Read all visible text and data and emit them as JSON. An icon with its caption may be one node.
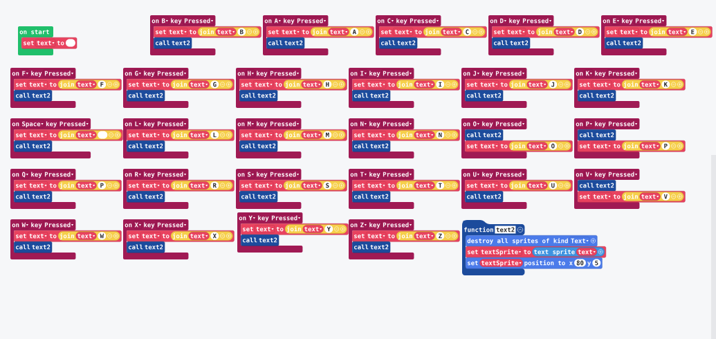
{
  "diagram": {
    "nodes": [
      {
        "text": [
          "on start"
        ]
      },
      {
        "text": [
          "set",
          "text",
          "to"
        ]
      },
      {
        "text": [],
        "shape": "box",
        "in": 1
      },
      {
        "text": [
          "on",
          "B",
          "key",
          "Pressed"
        ]
      },
      {
        "text": [
          "set",
          "text",
          "to"
        ]
      },
      {
        "text": [
          "join"
        ],
        "in": 4
      },
      {
        "text": [
          "text"
        ],
        "in": 5
      },
      {
        "text": [
          "B"
        ],
        "in": 5
      },
      {
        "text": [
          "call",
          "text2"
        ],
        "in": 3
      },
      {
        "text": [
          "on",
          "A",
          "key",
          "Pressed"
        ]
      },
      {
        "text": [
          "set",
          "text",
          "to"
        ]
      },
      {
        "text": [
          "join"
        ],
        "in": 10
      },
      {
        "text": [
          "text"
        ],
        "in": 11
      },
      {
        "text": [
          "A"
        ],
        "in": 11
      },
      {
        "text": [
          "call",
          "text2"
        ],
        "in": 9
      },
      {
        "text": [
          "on",
          "C",
          "key",
          "Pressed"
        ]
      },
      {
        "text": [
          "set",
          "text",
          "to"
        ]
      },
      {
        "text": [
          "join"
        ],
        "in": 16
      },
      {
        "text": [
          "text"
        ],
        "in": 17
      },
      {
        "text": [
          "C"
        ],
        "in": 17
      },
      {
        "text": [
          "call",
          "text2"
        ],
        "in": 15
      },
      {
        "text": [
          "on",
          "D",
          "key",
          "Pressed"
        ]
      },
      {
        "text": [
          "set",
          "text",
          "to"
        ]
      },
      {
        "text": [
          "join"
        ],
        "in": 22
      },
      {
        "text": [
          "text"
        ],
        "in": 23
      },
      {
        "text": [
          "D"
        ],
        "in": 23
      },
      {
        "text": [
          "call",
          "text2"
        ],
        "in": 21
      },
      {
        "text": [
          "on",
          "E",
          "key",
          "Pressed"
        ]
      },
      {
        "text": [
          "set",
          "text",
          "to"
        ]
      },
      {
        "text": [
          "join"
        ],
        "in": 28
      },
      {
        "text": [
          "text"
        ],
        "in": 29
      },
      {
        "text": [
          "E"
        ],
        "in": 29
      },
      {
        "text": [
          "call",
          "text2"
        ],
        "in": 27
      },
      {
        "text": [
          "on",
          "F",
          "key",
          "Pressed"
        ]
      },
      {
        "text": [
          "set",
          "text",
          "to"
        ]
      },
      {
        "text": [
          "join"
        ],
        "in": 34
      },
      {
        "text": [
          "text"
        ],
        "in": 35
      },
      {
        "text": [
          "F"
        ],
        "in": 35
      },
      {
        "text": [
          "call",
          "text2"
        ],
        "in": 33
      },
      {
        "text": [
          "on",
          "G",
          "key",
          "Pressed"
        ]
      },
      {
        "text": [
          "set",
          "text",
          "to"
        ]
      },
      {
        "text": [
          "join"
        ],
        "in": 40
      },
      {
        "text": [
          "text"
        ],
        "in": 41
      },
      {
        "text": [
          "G"
        ],
        "in": 41
      },
      {
        "text": [
          "call",
          "text2"
        ],
        "in": 39
      },
      {
        "text": [
          "on",
          "H",
          "key",
          "Pressed"
        ]
      },
      {
        "text": [
          "set",
          "text",
          "to"
        ]
      },
      {
        "text": [
          "join"
        ],
        "in": 46
      },
      {
        "text": [
          "text"
        ],
        "in": 47
      },
      {
        "text": [
          "H"
        ],
        "in": 47
      },
      {
        "text": [
          "call",
          "text2"
        ],
        "in": 45
      },
      {
        "text": [
          "on",
          "I",
          "key",
          "Pressed"
        ]
      },
      {
        "text": [
          "set",
          "text",
          "to"
        ]
      },
      {
        "text": [
          "join"
        ],
        "in": 52
      },
      {
        "text": [
          "text"
        ],
        "in": 53
      },
      {
        "text": [
          "I"
        ],
        "in": 53
      },
      {
        "text": [
          "call",
          "text2"
        ],
        "in": 51
      },
      {
        "text": [
          "on",
          "J",
          "key",
          "Pressed"
        ]
      },
      {
        "text": [
          "set",
          "text",
          "to"
        ]
      },
      {
        "text": [
          "join"
        ],
        "in": 58
      },
      {
        "text": [
          "text"
        ],
        "in": 59
      },
      {
        "text": [
          "J"
        ],
        "in": 59
      },
      {
        "text": [
          "call",
          "text2"
        ],
        "in": 57
      },
      {
        "text": [
          "on",
          "K",
          "key",
          "Pressed"
        ]
      },
      {
        "text": [
          "set",
          "text",
          "to"
        ]
      },
      {
        "text": [
          "join"
        ],
        "in": 64
      },
      {
        "text": [
          "text"
        ],
        "in": 65
      },
      {
        "text": [
          "K"
        ],
        "in": 65
      },
      {
        "text": [
          "call",
          "text2"
        ],
        "in": 63
      },
      {
        "text": [
          "on",
          "Space",
          "key",
          "Pressed"
        ]
      },
      {
        "text": [
          "set",
          "text",
          "to"
        ]
      },
      {
        "text": [
          "join"
        ],
        "in": 70
      },
      {
        "text": [
          "text"
        ],
        "in": 71
      },
      {
        "text": [],
        "shape": "box",
        "in": 71
      },
      {
        "text": [
          "call",
          "text2"
        ],
        "in": 69
      },
      {
        "text": [
          "on",
          "L",
          "key",
          "Pressed"
        ]
      },
      {
        "text": [
          "set",
          "text",
          "to"
        ]
      },
      {
        "text": [
          "join"
        ],
        "in": 76
      },
      {
        "text": [
          "text"
        ],
        "in": 77
      },
      {
        "text": [
          "L"
        ],
        "in": 77
      },
      {
        "text": [
          "call",
          "text2"
        ],
        "in": 75
      },
      {
        "text": [
          "on",
          "M",
          "key",
          "Pressed"
        ]
      },
      {
        "text": [
          "set",
          "text",
          "to"
        ]
      },
      {
        "text": [
          "join"
        ],
        "in": 82
      },
      {
        "text": [
          "text"
        ],
        "in": 83
      },
      {
        "text": [
          "M"
        ],
        "in": 83
      },
      {
        "text": [
          "call",
          "text2"
        ],
        "in": 81
      },
      {
        "text": [
          "on",
          "N",
          "key",
          "Pressed"
        ]
      },
      {
        "text": [
          "set",
          "text",
          "to"
        ]
      },
      {
        "text": [
          "join"
        ],
        "in": 88
      },
      {
        "text": [
          "text"
        ],
        "in": 89
      },
      {
        "text": [
          "N"
        ],
        "in": 89
      },
      {
        "text": [
          "call",
          "text2"
        ],
        "in": 87
      },
      {
        "text": [
          "on",
          "O",
          "key",
          "Pressed"
        ]
      },
      {
        "text": [
          "call",
          "text2"
        ],
        "in": 93
      },
      {
        "text": [
          "set",
          "text",
          "to"
        ]
      },
      {
        "text": [
          "join"
        ],
        "in": 95
      },
      {
        "text": [
          "text"
        ],
        "in": 96
      },
      {
        "text": [
          "O"
        ],
        "in": 96
      },
      {
        "text": [
          "on",
          "P",
          "key",
          "Pressed"
        ]
      },
      {
        "text": [
          "call",
          "text2"
        ],
        "in": 99
      },
      {
        "text": [
          "set",
          "text",
          "to"
        ]
      },
      {
        "text": [
          "join"
        ],
        "in": 101
      },
      {
        "text": [
          "text"
        ],
        "in": 102
      },
      {
        "text": [
          "P"
        ],
        "in": 102
      },
      {
        "text": [
          "on",
          "Q",
          "key",
          "Pressed"
        ]
      },
      {
        "text": [
          "set",
          "text",
          "to"
        ]
      },
      {
        "text": [
          "join"
        ],
        "in": 106
      },
      {
        "text": [
          "text"
        ],
        "in": 107
      },
      {
        "text": [
          "P"
        ],
        "in": 107
      },
      {
        "text": [
          "call",
          "text2"
        ],
        "in": 105
      },
      {
        "text": [
          "on",
          "R",
          "key",
          "Pressed"
        ]
      },
      {
        "text": [
          "set",
          "text",
          "to"
        ]
      },
      {
        "text": [
          "join"
        ],
        "in": 112
      },
      {
        "text": [
          "text"
        ],
        "in": 113
      },
      {
        "text": [
          "R"
        ],
        "in": 113
      },
      {
        "text": [
          "call",
          "text2"
        ],
        "in": 111
      },
      {
        "text": [
          "on",
          "S",
          "key",
          "Pressed"
        ]
      },
      {
        "text": [
          "set",
          "text",
          "to"
        ]
      },
      {
        "text": [
          "join"
        ],
        "in": 118
      },
      {
        "text": [
          "text"
        ],
        "in": 119
      },
      {
        "text": [
          "S"
        ],
        "in": 119
      },
      {
        "text": [
          "call",
          "text2"
        ],
        "in": 117
      },
      {
        "text": [
          "on",
          "T",
          "key",
          "Pressed"
        ]
      },
      {
        "text": [
          "set",
          "text",
          "to"
        ]
      },
      {
        "text": [
          "join"
        ],
        "in": 124
      },
      {
        "text": [
          "text"
        ],
        "in": 125
      },
      {
        "text": [
          "T"
        ],
        "in": 125
      },
      {
        "text": [
          "call",
          "text2"
        ],
        "in": 123
      },
      {
        "text": [
          "on",
          "U",
          "key",
          "Pressed"
        ]
      },
      {
        "text": [
          "set",
          "text",
          "to"
        ]
      },
      {
        "text": [
          "join"
        ],
        "in": 130
      },
      {
        "text": [
          "text"
        ],
        "in": 131
      },
      {
        "text": [
          "U"
        ],
        "in": 131
      },
      {
        "text": [
          "call",
          "text2"
        ],
        "in": 129
      },
      {
        "text": [
          "on",
          "V",
          "key",
          "Pressed"
        ]
      },
      {
        "text": [
          "call",
          "text2"
        ],
        "in": 135
      },
      {
        "text": [
          "set",
          "text",
          "to"
        ]
      },
      {
        "text": [
          "join"
        ],
        "in": 137
      },
      {
        "text": [
          "text"
        ],
        "in": 138
      },
      {
        "text": [
          "V"
        ],
        "in": 138
      },
      {
        "text": [
          "on",
          "Y",
          "key",
          "Pressed"
        ]
      },
      {
        "text": [
          "set",
          "text",
          "to"
        ]
      },
      {
        "text": [
          "join"
        ],
        "in": 142
      },
      {
        "text": [
          "text"
        ],
        "in": 143
      },
      {
        "text": [
          "Y"
        ],
        "in": 143
      },
      {
        "text": [
          "call",
          "text2"
        ],
        "in": 141
      },
      {
        "text": [
          "on",
          "W",
          "key",
          "Pressed"
        ]
      },
      {
        "text": [
          "set",
          "text",
          "to"
        ]
      },
      {
        "text": [
          "join"
        ],
        "in": 148
      },
      {
        "text": [
          "text"
        ],
        "in": 149
      },
      {
        "text": [
          "W"
        ],
        "in": 149
      },
      {
        "text": [
          "call",
          "text2"
        ],
        "in": 147
      },
      {
        "text": [
          "on",
          "X",
          "key",
          "Pressed"
        ]
      },
      {
        "text": [
          "set",
          "text",
          "to"
        ]
      },
      {
        "text": [
          "join"
        ],
        "in": 154
      },
      {
        "text": [
          "text"
        ],
        "in": 155
      },
      {
        "text": [
          "X"
        ],
        "in": 155
      },
      {
        "text": [
          "call",
          "text2"
        ],
        "in": 153
      },
      {
        "text": [
          "on",
          "Z",
          "key",
          "Pressed"
        ]
      },
      {
        "text": [
          "set",
          "text",
          "to"
        ]
      },
      {
        "text": [
          "join"
        ],
        "in": 160
      },
      {
        "text": [
          "text"
        ],
        "in": 161
      },
      {
        "text": [
          "Z"
        ],
        "in": 161
      },
      {
        "text": [
          "call",
          "text2"
        ],
        "in": 159
      },
      {
        "text": [
          "function",
          "text2"
        ]
      },
      {
        "text": [
          "destroy all sprites of kind",
          "Text"
        ]
      },
      {
        "text": [
          "set",
          "textSprite",
          "to"
        ]
      },
      {
        "text": [
          "text sprite"
        ],
        "in": 167
      },
      {
        "text": [
          "text"
        ],
        "in": 168
      },
      {
        "text": [
          "set",
          "position to x",
          "y"
        ]
      },
      {
        "text": [
          "textSprite"
        ],
        "in": 170
      },
      {
        "text": [
          "80"
        ],
        "in": 170
      },
      {
        "text": [
          "5"
        ],
        "in": 170
      }
    ]
  }
}
